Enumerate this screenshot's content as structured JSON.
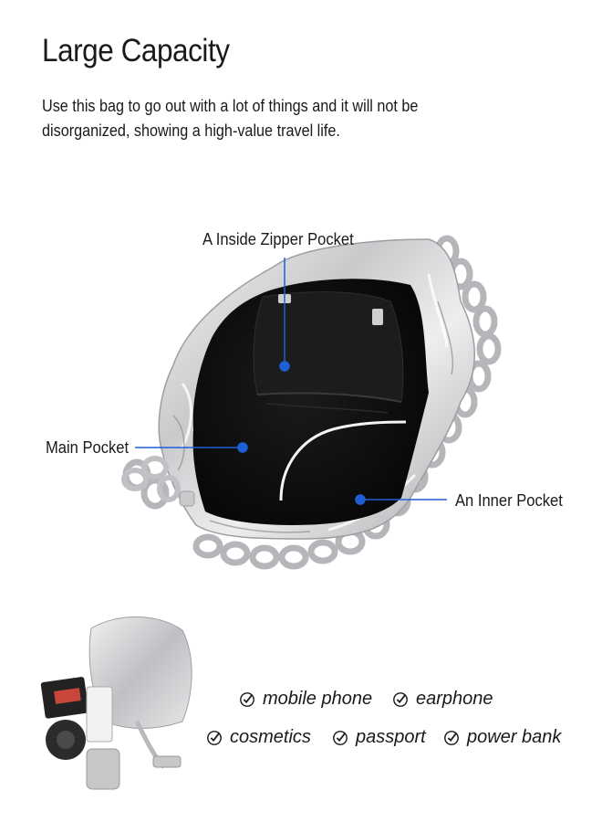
{
  "heading": {
    "title": "Large Capacity",
    "description": "Use this bag to go out with a lot of things and it will not be disorganized, showing a high-value travel life."
  },
  "callouts": {
    "zipper_pocket": "A Inside Zipper Pocket",
    "main_pocket": "Main Pocket",
    "inner_pocket": "An Inner Pocket"
  },
  "features": [
    {
      "label": "mobile phone",
      "icon": "check-circle-icon"
    },
    {
      "label": "earphone",
      "icon": "check-circle-icon"
    },
    {
      "label": "cosmetics",
      "icon": "check-circle-icon"
    },
    {
      "label": "passport",
      "icon": "check-circle-icon"
    },
    {
      "label": "power bank",
      "icon": "check-circle-icon"
    }
  ],
  "colors": {
    "callout_line": "#1f5fd6",
    "bag_silver": "#d9dadc",
    "bag_lining": "#0c0c0c"
  }
}
